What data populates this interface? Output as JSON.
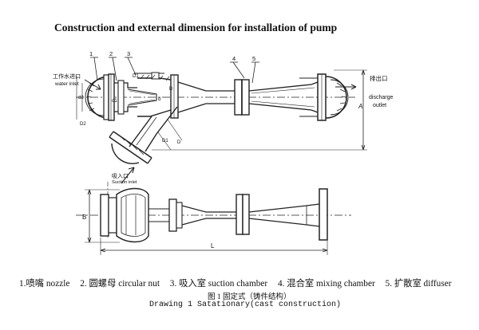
{
  "title": "Construction and external dimension for installation of pump",
  "callouts": [
    "1",
    "2",
    "3",
    "4",
    "5"
  ],
  "labels": {
    "water_inlet_cn": "工作水进口",
    "water_inlet_en": "water inlet",
    "suction_inlet_cn": "吸入口",
    "suction_inlet_en": "Suction inlet",
    "discharge_cn": "排出口",
    "discharge_en1": "discharge",
    "discharge_en2": "outlet",
    "dim_A": "A",
    "dim_B": "B",
    "dim_L": "L",
    "dim_D1": "D1",
    "dim_D": "D",
    "dim_d1": "d1",
    "dim_d": "d",
    "dim_D1b": "D1",
    "dim_Db": "D",
    "dim_d2": "d2",
    "dim_D2": "D2"
  },
  "legend": [
    "1.喷嘴  nozzle",
    "2. 圆螺母  circular nut",
    "3. 吸入室 suction chamber",
    "4. 混合室  mixing chamber",
    "5. 扩散室  diffuser"
  ],
  "caption_cn": "图 1   固定式（铸件结构）",
  "caption_en": "Drawing 1   Satationary(cast construction)"
}
